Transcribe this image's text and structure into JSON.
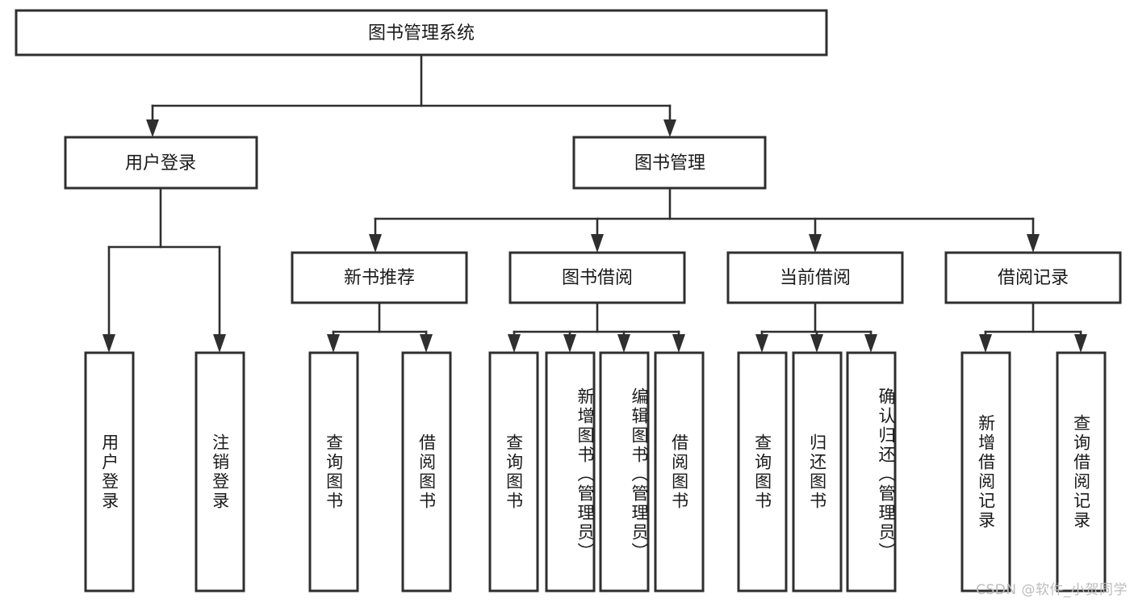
{
  "diagram": {
    "title": "图书管理系统",
    "type": "tree",
    "root": {
      "id": "root",
      "label": "图书管理系统"
    },
    "level2": [
      {
        "id": "user-login",
        "label": "用户登录"
      },
      {
        "id": "book-manage",
        "label": "图书管理"
      }
    ],
    "level3": [
      {
        "id": "new-book-rec",
        "label": "新书推荐",
        "parent": "book-manage"
      },
      {
        "id": "book-borrow",
        "label": "图书借阅",
        "parent": "book-manage"
      },
      {
        "id": "current-borrow",
        "label": "当前借阅",
        "parent": "book-manage"
      },
      {
        "id": "borrow-record",
        "label": "借阅记录",
        "parent": "book-manage"
      }
    ],
    "leaves": [
      {
        "id": "leaf-user-login",
        "label": "用户登录",
        "parent": "user-login"
      },
      {
        "id": "leaf-user-logout",
        "label": "注销登录",
        "parent": "user-login"
      },
      {
        "id": "leaf-query-book-1",
        "label": "查询图书",
        "parent": "new-book-rec"
      },
      {
        "id": "leaf-borrow-book-1",
        "label": "借阅图书",
        "parent": "new-book-rec"
      },
      {
        "id": "leaf-query-book-2",
        "label": "查询图书",
        "parent": "book-borrow"
      },
      {
        "id": "leaf-add-book",
        "label": "新增图书（管理员）",
        "parent": "book-borrow"
      },
      {
        "id": "leaf-edit-book",
        "label": "编辑图书（管理员）",
        "parent": "book-borrow"
      },
      {
        "id": "leaf-borrow-book-2",
        "label": "借阅图书",
        "parent": "book-borrow"
      },
      {
        "id": "leaf-query-book-3",
        "label": "查询图书",
        "parent": "current-borrow"
      },
      {
        "id": "leaf-return-book",
        "label": "归还图书",
        "parent": "current-borrow"
      },
      {
        "id": "leaf-confirm-return",
        "label": "确认归还（管理员）",
        "parent": "current-borrow"
      },
      {
        "id": "leaf-add-record",
        "label": "新增借阅记录",
        "parent": "borrow-record"
      },
      {
        "id": "leaf-query-record",
        "label": "查询借阅记录",
        "parent": "borrow-record"
      }
    ],
    "watermark": "CSDN @软件_小贺同学",
    "colors": {
      "stroke": "#2f2f2f",
      "fill": "#ffffff",
      "text": "#1a1a1a",
      "watermark": "#bdbdbd"
    }
  }
}
